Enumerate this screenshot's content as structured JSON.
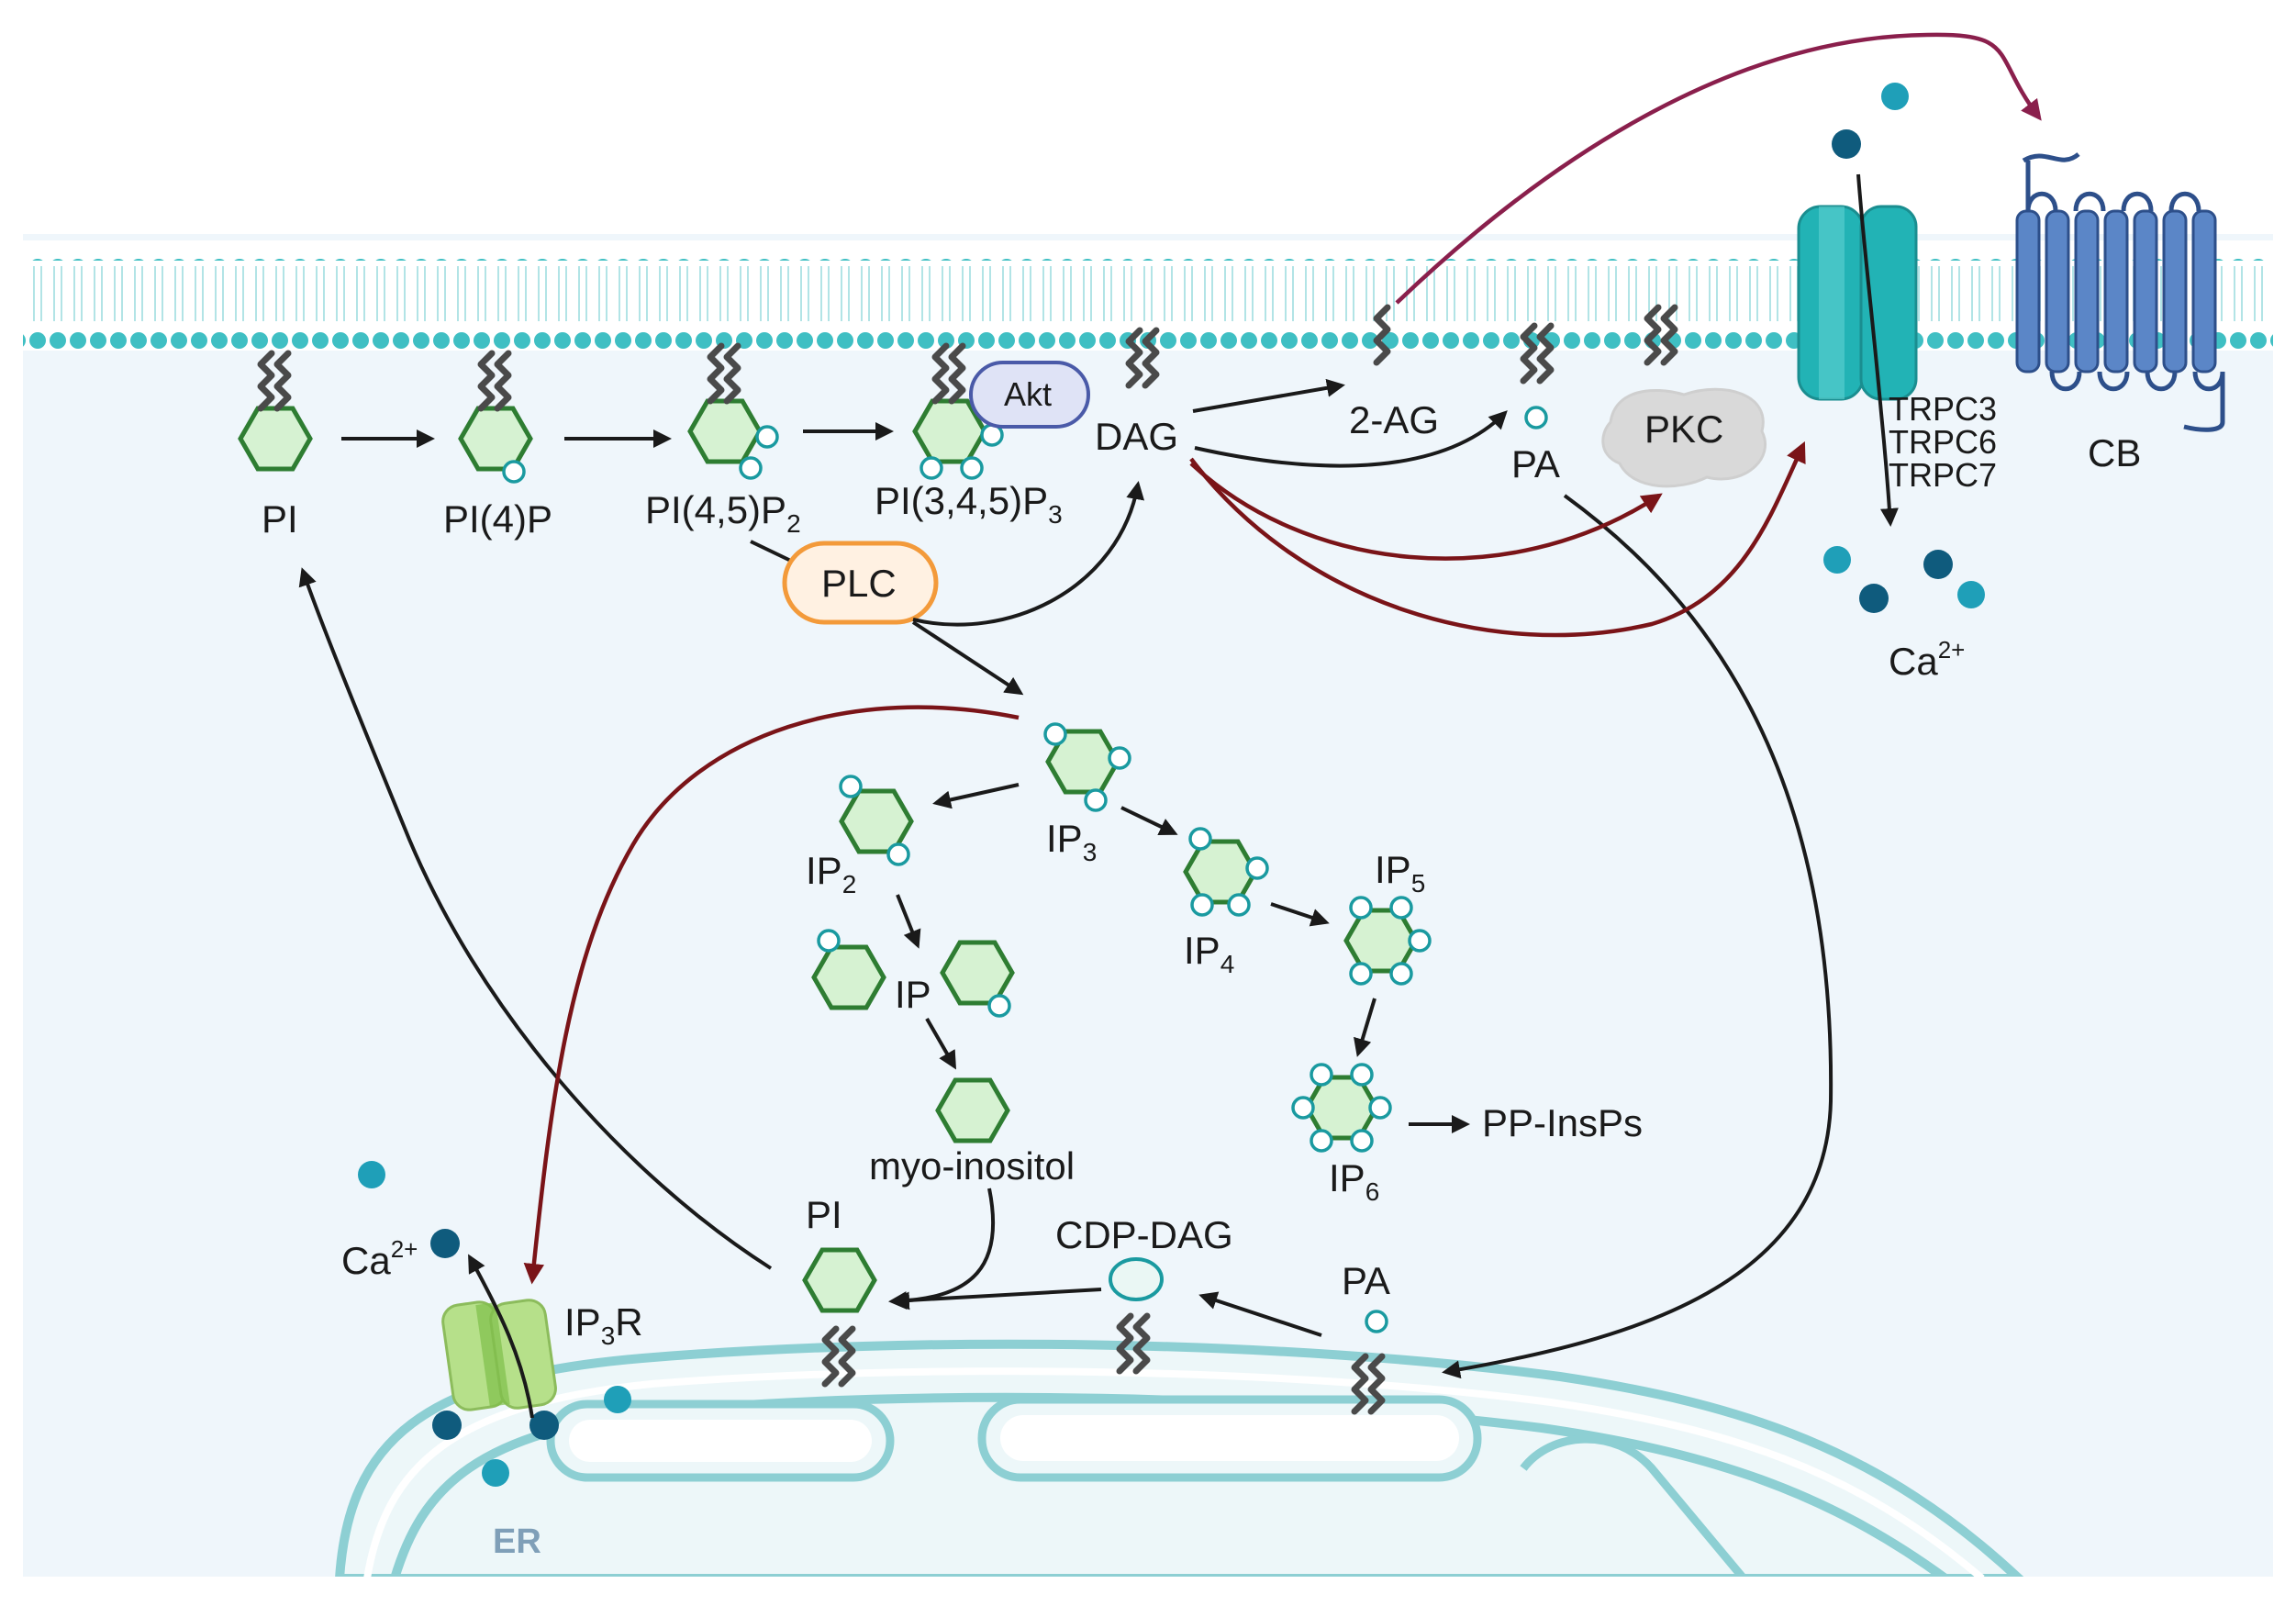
{
  "labels": {
    "pi_top": "PI",
    "pi4p": "PI(4)P",
    "pi45p2_main": "PI(4,5)P",
    "pi45p2_sub": "2",
    "pip3_main": "PI(3,4,5)P",
    "pip3_sub": "3",
    "akt": "Akt",
    "dag": "DAG",
    "two_ag": "2-AG",
    "pa_top": "PA",
    "pkc": "PKC",
    "trpc3": "TRPC3",
    "trpc6": "TRPC6",
    "trpc7": "TRPC7",
    "cb": "CB",
    "ca_right_main": "Ca",
    "ca_right_sup": "2+",
    "plc": "PLC",
    "ip3_main": "IP",
    "ip3_sub": "3",
    "ip2_main": "IP",
    "ip2_sub": "2",
    "ip4_main": "IP",
    "ip4_sub": "4",
    "ip5_main": "IP",
    "ip5_sub": "5",
    "ip6_main": "IP",
    "ip6_sub": "6",
    "ip": "IP",
    "myo_inositol": "myo-inositol",
    "pp_insps": "PP-InsPs",
    "pi_er": "PI",
    "cdp_dag": "CDP-DAG",
    "pa_er": "PA",
    "ca_left_main": "Ca",
    "ca_left_sup": "2+",
    "ip3r_main": "IP",
    "ip3r_sub": "3",
    "ip3r_tail": "R",
    "er": "ER"
  },
  "colors": {
    "membrane_head": "#3fbfc3",
    "cytosol": "#eff6fb",
    "ring_fill": "#d6f2d2",
    "ring_stroke": "#2e7d32",
    "phosphate": "#1a9aa0",
    "arrow_black": "#1a1a1a",
    "arrow_red": "#7a1418",
    "arrow_magenta": "#8a1f4c",
    "plc_fill": "#fff1e2",
    "plc_stroke": "#f39a3a",
    "akt_fill": "#dfe3f6",
    "akt_stroke": "#4a5aa8",
    "pkc_fill": "#d9d9d9",
    "trpc": "#22b3b5",
    "cb": "#5b86c7",
    "ip3r": "#b6e08a",
    "ca_dark": "#0f5b7d",
    "ca_light": "#1f9fb8",
    "er_stroke": "#8dcfd3",
    "er_fill": "#edf7f9"
  }
}
